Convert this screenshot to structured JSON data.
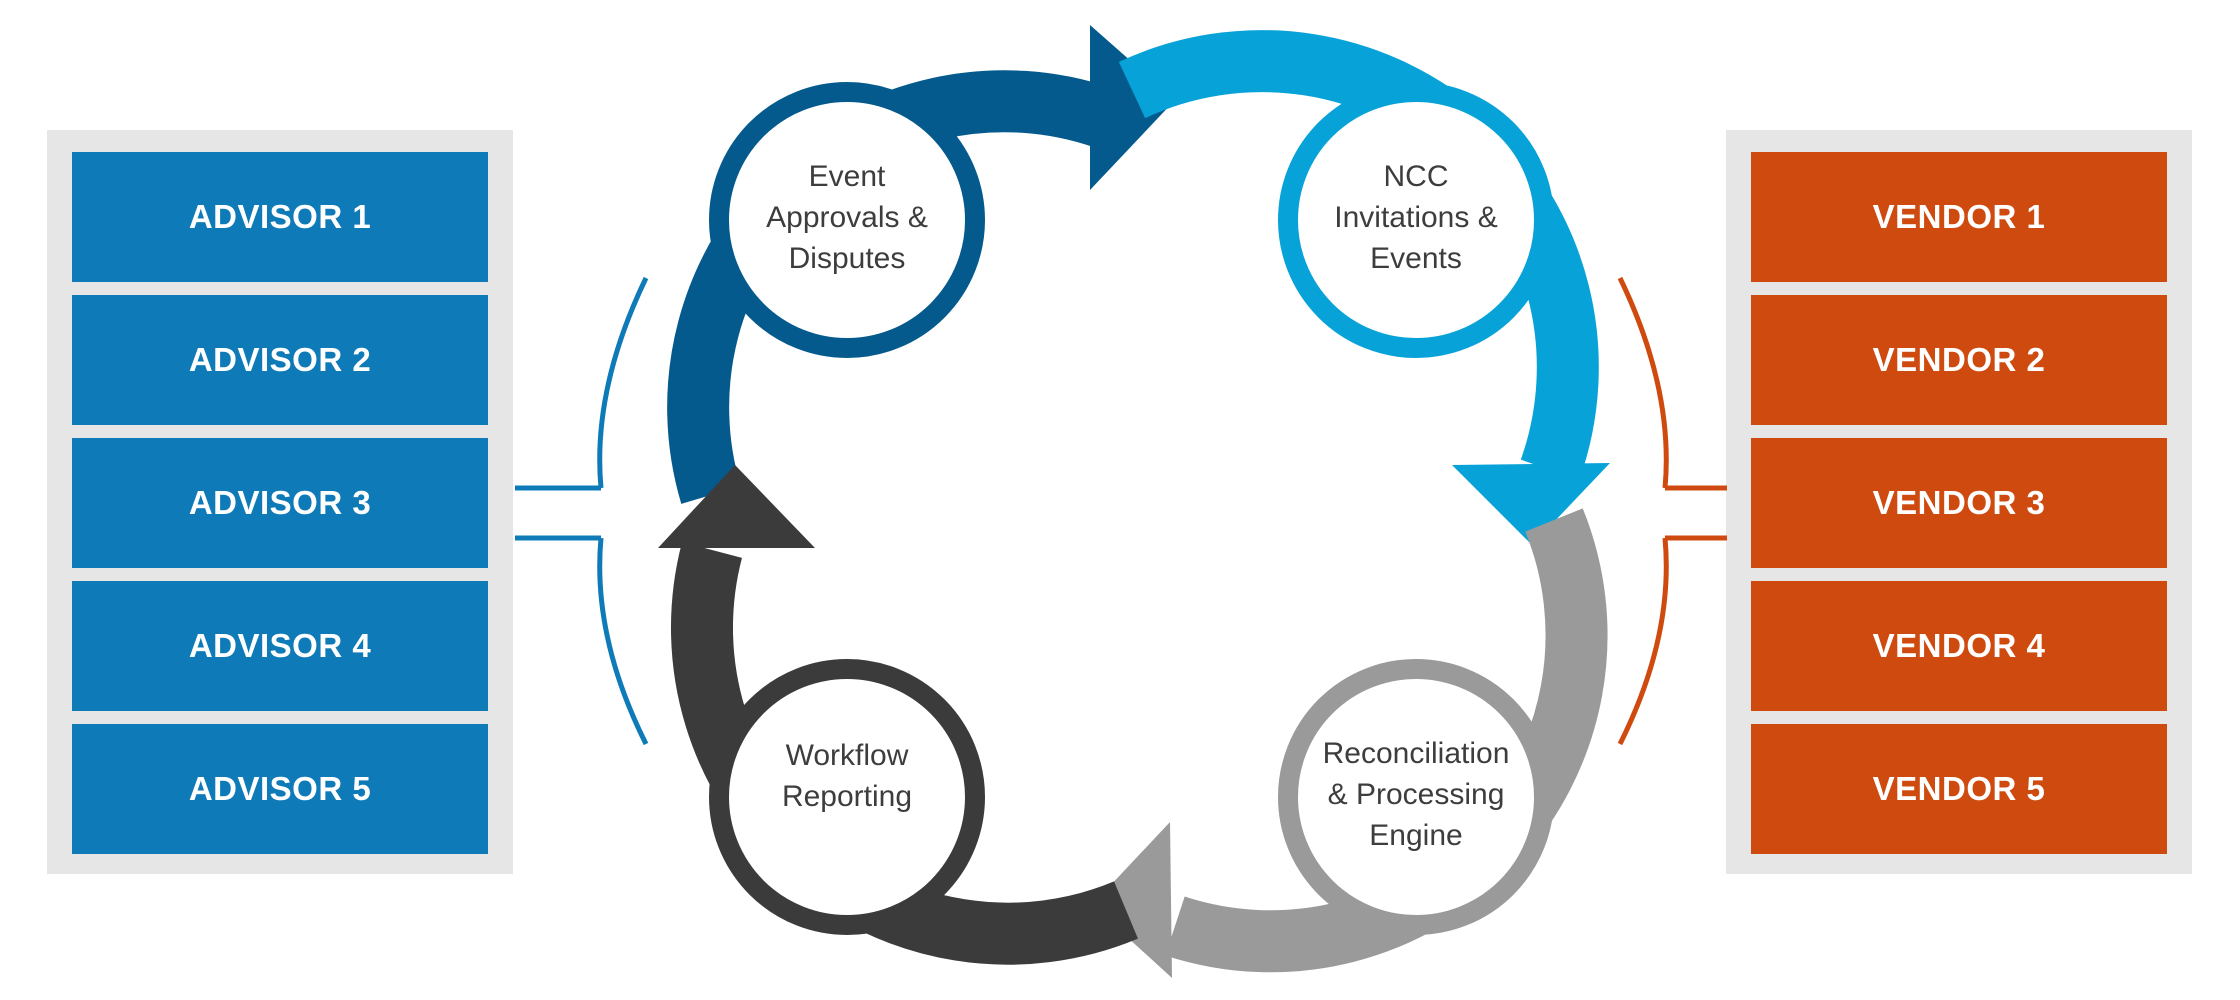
{
  "colors": {
    "advisor": "#0e7bb8",
    "vendor": "#cf4a0f",
    "dark_blue": "#045a8d",
    "light_blue": "#07a3d8",
    "gray": "#9a9a9a",
    "charcoal": "#3b3b3b",
    "panel": "#e6e6e6"
  },
  "advisors": [
    "ADVISOR 1",
    "ADVISOR 2",
    "ADVISOR 3",
    "ADVISOR 4",
    "ADVISOR 5"
  ],
  "vendors": [
    "VENDOR 1",
    "VENDOR 2",
    "VENDOR 3",
    "VENDOR 4",
    "VENDOR 5"
  ],
  "cycle": {
    "event_approvals": [
      "Event",
      "Approvals &",
      "Disputes"
    ],
    "ncc_invitations": [
      "NCC",
      "Invitations &",
      "Events"
    ],
    "reconciliation": [
      "Reconciliation",
      "& Processing",
      "Engine"
    ],
    "workflow": [
      "Workflow",
      "Reporting"
    ]
  }
}
